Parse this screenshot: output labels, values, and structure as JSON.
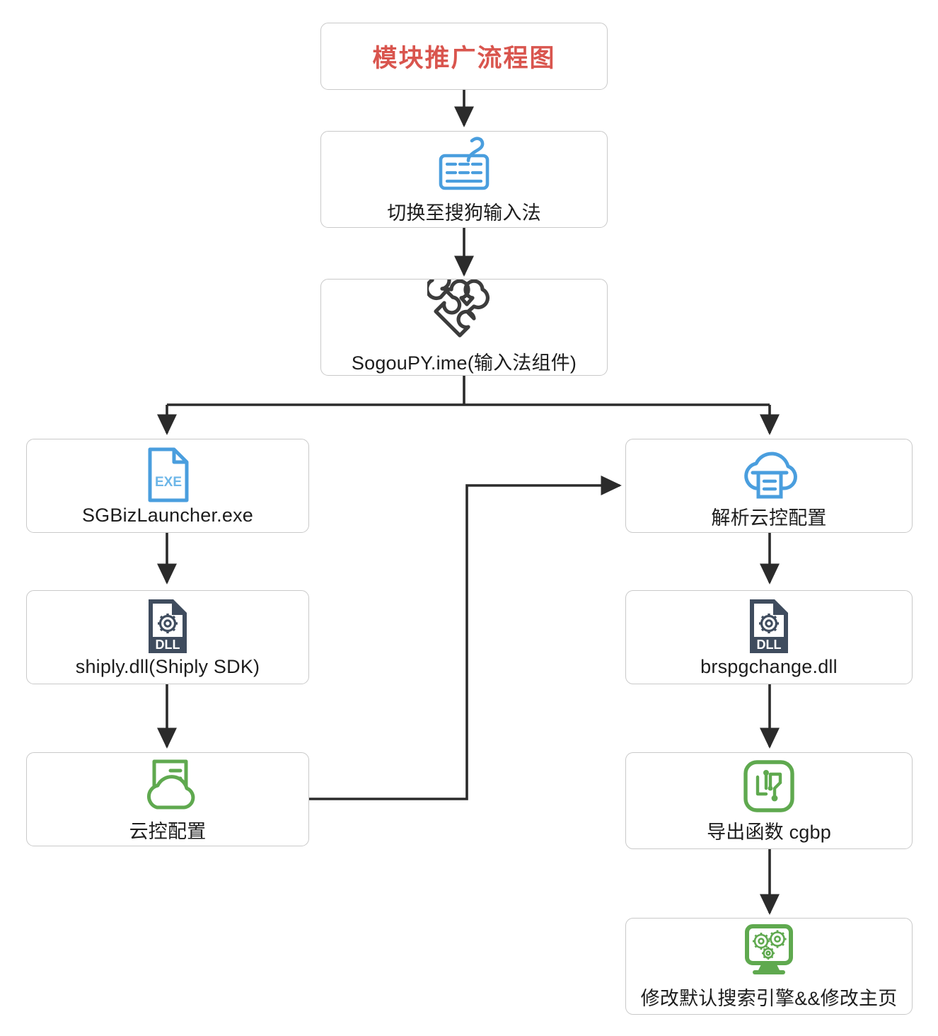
{
  "diagram": {
    "type": "flowchart",
    "title": "模块推广流程图",
    "title_color": "#d9554e",
    "background": "#ffffff",
    "box_border_color": "#c9c9c9",
    "edge_color": "#2b2b2b",
    "nodes": [
      {
        "id": "title",
        "label": "模块推广流程图",
        "icon": "none",
        "icon_color": "#d9554e"
      },
      {
        "id": "switch-ime",
        "label": "切换至搜狗输入法",
        "icon": "keyboard-icon",
        "icon_color": "#4a9ede"
      },
      {
        "id": "sogoupy",
        "label": "SogouPY.ime(输入法组件)",
        "icon": "puzzle-piece-icon",
        "icon_color": "#3c3c3c"
      },
      {
        "id": "launcher",
        "label": "SGBizLauncher.exe",
        "icon": "exe-file-icon",
        "icon_color": "#4a9ede"
      },
      {
        "id": "shiply",
        "label": "shiply.dll(Shiply SDK)",
        "icon": "dll-file-icon",
        "icon_color": "#3f4c5e"
      },
      {
        "id": "cloudcfg",
        "label": "云控配置",
        "icon": "cloud-document-icon",
        "icon_color": "#5fa94f"
      },
      {
        "id": "parsecloud",
        "label": "解析云控配置",
        "icon": "cloud-parse-icon",
        "icon_color": "#4a9ede"
      },
      {
        "id": "brspg",
        "label": "brspgchange.dll",
        "icon": "dll-file-icon",
        "icon_color": "#3f4c5e"
      },
      {
        "id": "cgbp",
        "label": "导出函数 cgbp",
        "icon": "circuit-export-icon",
        "icon_color": "#5fa94f"
      },
      {
        "id": "modify",
        "label": "修改默认搜索引擎&&修改主页",
        "icon": "monitor-gears-icon",
        "icon_color": "#5fa94f"
      }
    ],
    "edges": [
      {
        "from": "title",
        "to": "switch-ime",
        "kind": "straight-down"
      },
      {
        "from": "switch-ime",
        "to": "sogoupy",
        "kind": "straight-down"
      },
      {
        "from": "sogoupy",
        "to": "launcher",
        "kind": "split-left"
      },
      {
        "from": "sogoupy",
        "to": "parsecloud",
        "kind": "split-right"
      },
      {
        "from": "launcher",
        "to": "shiply",
        "kind": "straight-down"
      },
      {
        "from": "shiply",
        "to": "cloudcfg",
        "kind": "straight-down"
      },
      {
        "from": "cloudcfg",
        "to": "parsecloud",
        "kind": "feedback-right-up"
      },
      {
        "from": "parsecloud",
        "to": "brspg",
        "kind": "straight-down"
      },
      {
        "from": "brspg",
        "to": "cgbp",
        "kind": "straight-down"
      },
      {
        "from": "cgbp",
        "to": "modify",
        "kind": "straight-down"
      }
    ],
    "icon_glyph_text": {
      "exe-file-icon": "EXE",
      "dll-file-icon": "DLL"
    }
  }
}
